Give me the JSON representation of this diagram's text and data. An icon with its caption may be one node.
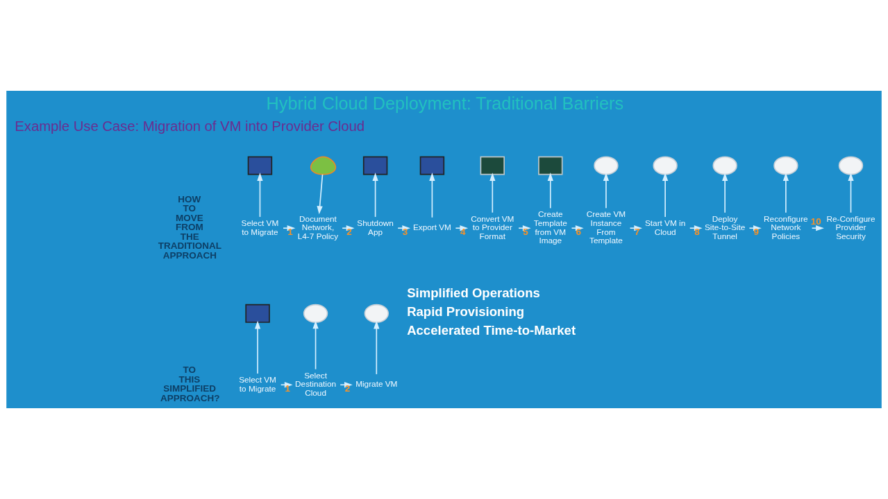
{
  "diagram": {
    "title": "Hybrid Cloud Deployment: Traditional Barriers",
    "nodes": [
      {
        "text": [],
        "shape": "box"
      },
      {
        "text": [],
        "shape": "person"
      },
      {
        "text": [],
        "shape": "box"
      },
      {
        "text": [],
        "shape": "box"
      },
      {
        "text": [],
        "shape": "box"
      },
      {
        "text": [],
        "shape": "box"
      },
      {
        "text": [],
        "shape": "cloud"
      },
      {
        "text": [],
        "shape": "cloud"
      },
      {
        "text": [],
        "shape": "cloud"
      },
      {
        "text": [],
        "shape": "cloud"
      },
      {
        "text": [],
        "shape": "cloud"
      },
      {
        "text": [
          "Select VM to Migrate"
        ]
      },
      {
        "text": [
          "Document Network, L4-7 Policy"
        ]
      },
      {
        "text": [
          "Shutdown App"
        ]
      },
      {
        "text": [
          "Export VM"
        ]
      },
      {
        "text": [
          "Convert VM to Provider Format"
        ]
      },
      {
        "text": [
          "Create Template from VM Image"
        ]
      },
      {
        "text": [
          "Create VM Instance From Template"
        ]
      },
      {
        "text": [
          "Start VM in Cloud"
        ]
      },
      {
        "text": [
          "Deploy Site-to-Site Tunnel"
        ]
      },
      {
        "text": [
          "Reconfigure Network Policies"
        ]
      },
      {
        "text": [
          "Re-Configure Provider Security"
        ]
      },
      {
        "text": [],
        "shape": "box"
      },
      {
        "text": [],
        "shape": "cloud"
      },
      {
        "text": [],
        "shape": "cloud"
      },
      {
        "text": [
          "Select VM to Migrate"
        ]
      },
      {
        "text": [
          "Select Destination Cloud"
        ]
      },
      {
        "text": [
          "Migrate VM"
        ]
      }
    ],
    "edges": [
      {
        "from": 11,
        "to": 0,
        "arrow": "to"
      },
      {
        "from": 1,
        "to": 12,
        "arrow": "to"
      },
      {
        "from": 13,
        "to": 2,
        "arrow": "to"
      },
      {
        "from": 14,
        "to": 3,
        "arrow": "to"
      },
      {
        "from": 15,
        "to": 4,
        "arrow": "to"
      },
      {
        "from": 16,
        "to": 5,
        "arrow": "to"
      },
      {
        "from": 17,
        "to": 6,
        "arrow": "to"
      },
      {
        "from": 18,
        "to": 7,
        "arrow": "to"
      },
      {
        "from": 19,
        "to": 8,
        "arrow": "to"
      },
      {
        "from": 20,
        "to": 9,
        "arrow": "to"
      },
      {
        "from": 21,
        "to": 10,
        "arrow": "to"
      },
      {
        "from": 11,
        "to": 12,
        "arrow": "to",
        "label": "1"
      },
      {
        "from": 12,
        "to": 13,
        "arrow": "to",
        "label": "2"
      },
      {
        "from": 13,
        "to": 14,
        "arrow": "to",
        "label": "3"
      },
      {
        "from": 14,
        "to": 15,
        "arrow": "to",
        "label": "4"
      },
      {
        "from": 15,
        "to": 16,
        "arrow": "to",
        "label": "5"
      },
      {
        "from": 16,
        "to": 17,
        "arrow": "to",
        "label": "6"
      },
      {
        "from": 17,
        "to": 18,
        "arrow": "to",
        "label": "7"
      },
      {
        "from": 18,
        "to": 19,
        "arrow": "to",
        "label": "8"
      },
      {
        "from": 19,
        "to": 20,
        "arrow": "to",
        "label": "9"
      },
      {
        "from": 20,
        "to": 21,
        "arrow": "to",
        "label": "10"
      },
      {
        "from": 25,
        "to": 22,
        "arrow": "to"
      },
      {
        "from": 26,
        "to": 23,
        "arrow": "to"
      },
      {
        "from": 27,
        "to": 24,
        "arrow": "to"
      },
      {
        "from": 25,
        "to": 26,
        "arrow": "to",
        "label": "1"
      },
      {
        "from": 26,
        "to": 27,
        "arrow": "to",
        "label": "2"
      }
    ],
    "labels": [
      "Example Use Case: Migration of VM into Provider Cloud",
      "HOW TO MOVE FROM THE TRADITIONAL APPROACH",
      "TO THIS SIMPLIFIED APPROACH?",
      "Simplified Operations",
      "Rapid Provisioning",
      "Accelerated Time-to-Market"
    ]
  }
}
